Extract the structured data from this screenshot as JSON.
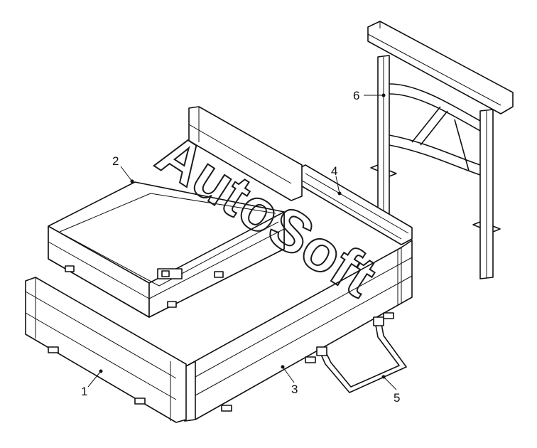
{
  "diagram": {
    "watermark": "AutoSoft",
    "callouts": [
      {
        "id": "1",
        "label": "1",
        "part": "front-side-board"
      },
      {
        "id": "2",
        "label": "2",
        "part": "inner-box"
      },
      {
        "id": "3",
        "label": "3",
        "part": "right-side-board"
      },
      {
        "id": "4",
        "label": "4",
        "part": "outer-box"
      },
      {
        "id": "5",
        "label": "5",
        "part": "step-bracket"
      },
      {
        "id": "6",
        "label": "6",
        "part": "headboard-frame"
      }
    ],
    "line_color": "#111111",
    "background": "#ffffff"
  }
}
